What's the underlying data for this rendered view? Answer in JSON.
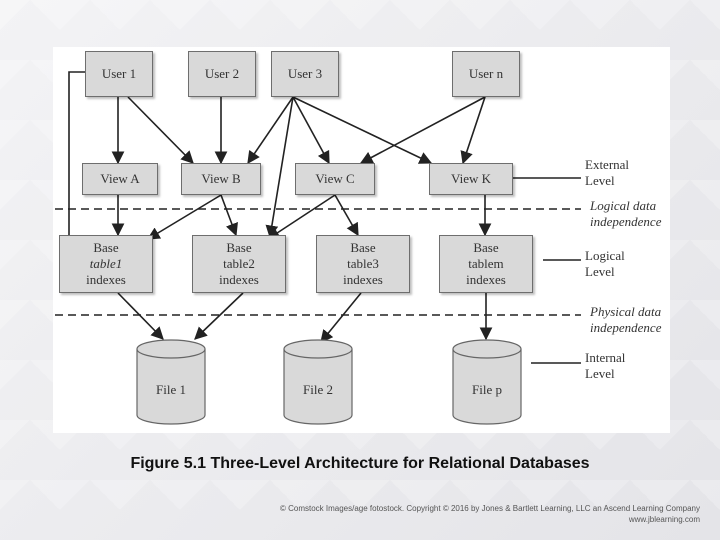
{
  "users": [
    "User 1",
    "User 2",
    "User 3",
    "User n"
  ],
  "views": [
    "View A",
    "View B",
    "View C",
    "View K"
  ],
  "tables": [
    {
      "line1": "Base",
      "line2": "table1",
      "line3": "indexes"
    },
    {
      "line1": "Base",
      "line2": "table2",
      "line3": "indexes"
    },
    {
      "line1": "Base",
      "line2": "table3",
      "line3": "indexes"
    },
    {
      "line1": "Base",
      "line2": "tablem",
      "line3": "indexes"
    }
  ],
  "files": [
    "File 1",
    "File 2",
    "File p"
  ],
  "levels": {
    "external": [
      "External",
      "Level"
    ],
    "logical_independence": [
      "Logical data",
      "independence"
    ],
    "logical": [
      "Logical",
      "Level"
    ],
    "physical_independence": [
      "Physical data",
      "independence"
    ],
    "internal": [
      "Internal",
      "Level"
    ]
  },
  "caption": "Figure 5.1 Three-Level Architecture for Relational Databases",
  "credit": {
    "line1": "© Comstock Images/age fotostock. Copyright © 2016 by Jones & Bartlett Learning, LLC an Ascend Learning Company",
    "line2": "www.jblearning.com"
  }
}
